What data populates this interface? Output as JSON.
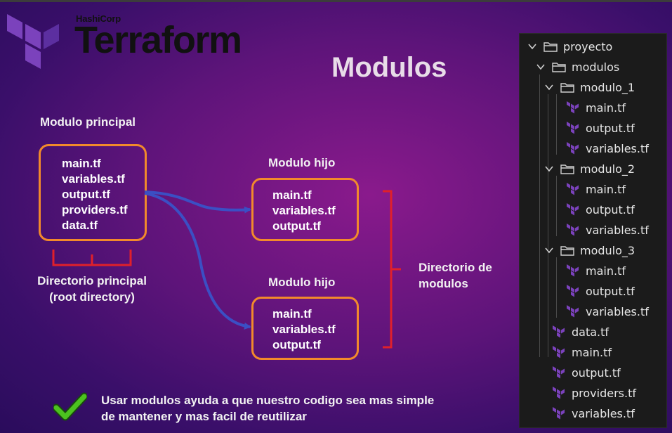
{
  "brand": {
    "company": "HashiCorp",
    "product": "Terraform"
  },
  "title": "Modulos",
  "root": {
    "heading": "Modulo principal",
    "files": [
      "main.tf",
      "variables.tf",
      "output.tf",
      "providers.tf",
      "data.tf"
    ],
    "caption_line1": "Directorio principal",
    "caption_line2": "(root directory)"
  },
  "child1": {
    "heading": "Modulo hijo",
    "files": [
      "main.tf",
      "variables.tf",
      "output.tf"
    ]
  },
  "child2": {
    "heading": "Modulo hijo",
    "files": [
      "main.tf",
      "variables.tf",
      "output.tf"
    ]
  },
  "modules_caption": {
    "line1": "Directorio de",
    "line2": "modulos"
  },
  "note": {
    "line1": "Usar modulos ayuda a que nuestro codigo sea mas simple",
    "line2": "de mantener y mas facil de reutilizar"
  },
  "colors": {
    "accent": "#f28a2b",
    "arrow": "#3b4fc4",
    "bracket": "#e0202a",
    "terraform": "#7b42bc",
    "check": "#4cc21f"
  },
  "tree": {
    "project": "proyecto",
    "modules_folder": "modulos",
    "module_1": {
      "name": "modulo_1",
      "files": [
        "main.tf",
        "output.tf",
        "variables.tf"
      ]
    },
    "module_2": {
      "name": "modulo_2",
      "files": [
        "main.tf",
        "output.tf",
        "variables.tf"
      ]
    },
    "module_3": {
      "name": "modulo_3",
      "files": [
        "main.tf",
        "output.tf",
        "variables.tf"
      ]
    },
    "root_files": [
      "data.tf",
      "main.tf",
      "output.tf",
      "providers.tf",
      "variables.tf"
    ]
  }
}
